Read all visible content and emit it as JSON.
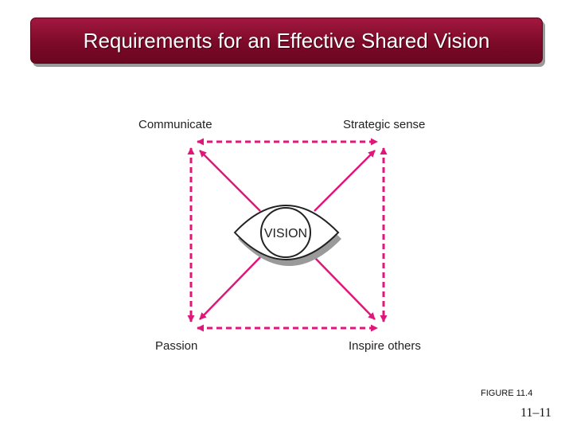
{
  "slide": {
    "title": "Requirements for an Effective Shared Vision",
    "figure_caption": "FIGURE 11.4",
    "page_number": "11–11"
  },
  "diagram": {
    "center_label": "VISION",
    "corners": {
      "top_left": "Communicate",
      "top_right": "Strategic sense",
      "bottom_left": "Passion",
      "bottom_right": "Inspire others"
    },
    "colors": {
      "arrow": "#e0177a",
      "title_bar": "#7c0a28"
    }
  }
}
